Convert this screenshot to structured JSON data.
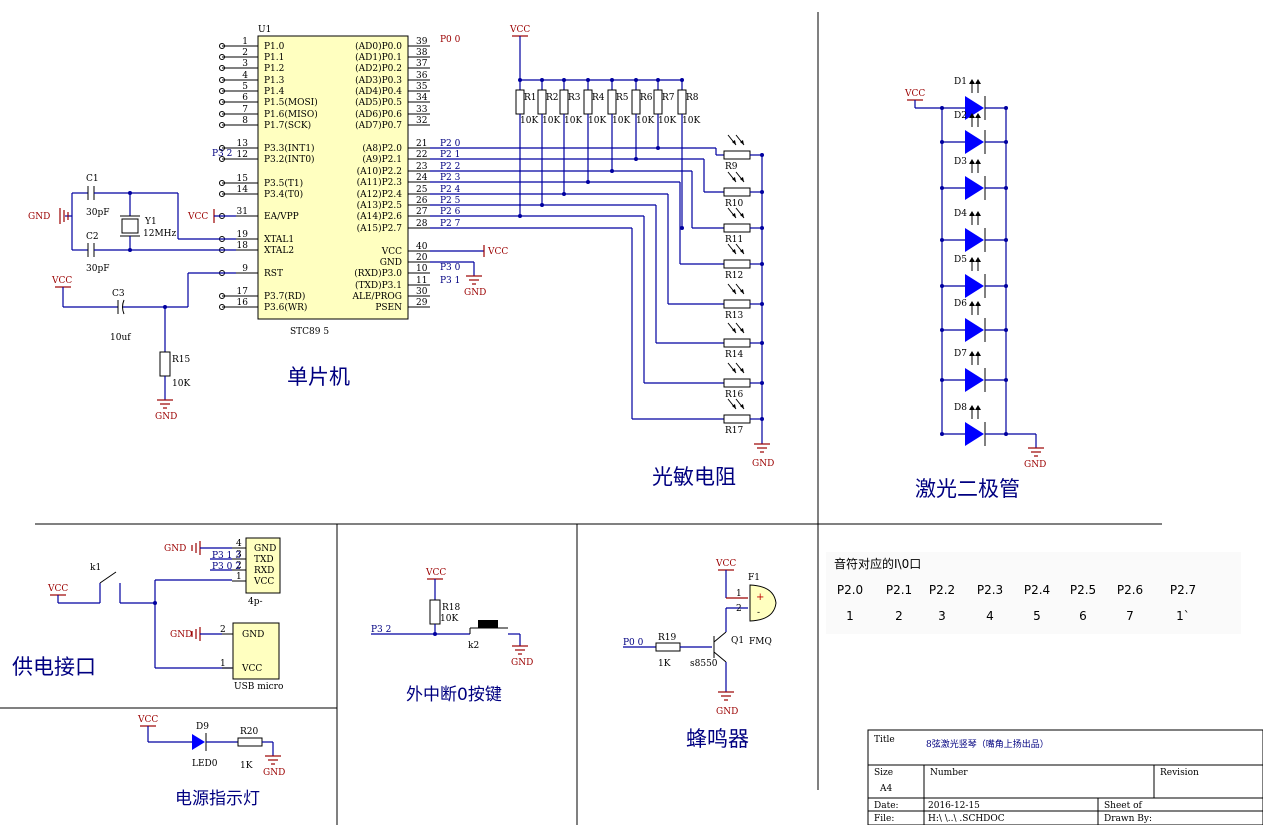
{
  "mcu": {
    "ref": "U1",
    "part": "STC89   5",
    "crystal_ref": "Y1",
    "crystal_val": "12MHz",
    "c1_ref": "C1",
    "c1_val": "30pF",
    "c2_ref": "C2",
    "c2_val": "30pF",
    "c3_ref": "C3",
    "c3_val": "10uf",
    "r15_ref": "R15",
    "r15_val": "10K",
    "left_pins": [
      {
        "num": "1",
        "name": "P1.0"
      },
      {
        "num": "2",
        "name": "P1.1"
      },
      {
        "num": "3",
        "name": "P1.2"
      },
      {
        "num": "4",
        "name": "P1.3"
      },
      {
        "num": "5",
        "name": "P1.4"
      },
      {
        "num": "6",
        "name": "P1.5(MOSI)"
      },
      {
        "num": "7",
        "name": "P1.6(MISO)"
      },
      {
        "num": "8",
        "name": "P1.7(SCK)"
      },
      {
        "num": "13",
        "name": "P3.3(INT1)"
      },
      {
        "num": "12",
        "name": "P3.2(INT0)"
      },
      {
        "num": "15",
        "name": "P3.5(T1)"
      },
      {
        "num": "14",
        "name": "P3.4(T0)"
      },
      {
        "num": "31",
        "name": "EA/VPP"
      },
      {
        "num": "19",
        "name": "XTAL1"
      },
      {
        "num": "18",
        "name": "XTAL2"
      },
      {
        "num": "9",
        "name": "RST"
      },
      {
        "num": "17",
        "name": "P3.7(RD)"
      },
      {
        "num": "16",
        "name": "P3.6(WR)"
      }
    ],
    "right_pins": [
      {
        "num": "39",
        "name": "(AD0)P0.0"
      },
      {
        "num": "38",
        "name": "(AD1)P0.1"
      },
      {
        "num": "37",
        "name": "(AD2)P0.2"
      },
      {
        "num": "36",
        "name": "(AD3)P0.3"
      },
      {
        "num": "35",
        "name": "(AD4)P0.4"
      },
      {
        "num": "34",
        "name": "(AD5)P0.5"
      },
      {
        "num": "33",
        "name": "(AD6)P0.6"
      },
      {
        "num": "32",
        "name": "(AD7)P0.7"
      },
      {
        "num": "21",
        "name": "(A8)P2.0"
      },
      {
        "num": "22",
        "name": "(A9)P2.1"
      },
      {
        "num": "23",
        "name": "(A10)P2.2"
      },
      {
        "num": "24",
        "name": "(A11)P2.3"
      },
      {
        "num": "25",
        "name": "(A12)P2.4"
      },
      {
        "num": "26",
        "name": "(A13)P2.5"
      },
      {
        "num": "27",
        "name": "(A14)P2.6"
      },
      {
        "num": "28",
        "name": "(A15)P2.7"
      },
      {
        "num": "40",
        "name": "VCC"
      },
      {
        "num": "20",
        "name": "GND"
      },
      {
        "num": "10",
        "name": "(RXD)P3.0"
      },
      {
        "num": "11",
        "name": "(TXD)P3.1"
      },
      {
        "num": "30",
        "name": "ALE/PROG"
      },
      {
        "num": "29",
        "name": "PSEN"
      }
    ],
    "net_p00": "P0 0",
    "net_p32": "P3 2",
    "net_p30": "P3 0",
    "net_p31": "P3 1",
    "p2_nets": [
      "P2 0",
      "P2 1",
      "P2 2",
      "P2 3",
      "P2 4",
      "P2 5",
      "P2 6",
      "P2 7"
    ]
  },
  "pullups": {
    "refs": [
      "R1",
      "R2",
      "R3",
      "R4",
      "R5",
      "R6",
      "R7",
      "R8"
    ],
    "vals": [
      "10K",
      "10K",
      "10K",
      "10K",
      "10K",
      "10K",
      "10K",
      "10K"
    ]
  },
  "ldr": {
    "refs": [
      "R9",
      "R10",
      "R11",
      "R12",
      "R13",
      "R14",
      "R16",
      "R17"
    ]
  },
  "lasers": {
    "refs": [
      "D1",
      "D2",
      "D3",
      "D4",
      "D5",
      "D6",
      "D7",
      "D8"
    ]
  },
  "power": {
    "vcc": "VCC",
    "gnd": "GND",
    "switch_ref": "k1",
    "header_pins": [
      {
        "num": "4",
        "name": "GND"
      },
      {
        "num": "3",
        "name": "TXD"
      },
      {
        "num": "2",
        "name": "RXD"
      },
      {
        "num": "1",
        "name": "VCC"
      }
    ],
    "header_net_txd": "P3 1 3",
    "header_net_rxd": "P3 0 2",
    "header_ref": "4p-",
    "usb_pins": [
      {
        "num": "2",
        "name": "GND"
      },
      {
        "num": "1",
        "name": "VCC"
      }
    ],
    "usb_ref": "USB micro",
    "led_ref": "D9",
    "led_val": "LED0",
    "r20_ref": "R20",
    "r20_val": "1K"
  },
  "button": {
    "r18_ref": "R18",
    "r18_val": "10K",
    "net": "P3 2",
    "key_ref": "k2"
  },
  "buzzer": {
    "net": "P0 0",
    "r19_ref": "R19",
    "r19_val": "1K",
    "q_ref": "Q1",
    "q_val": "s8550",
    "f_ref": "F1",
    "f_val": "FMQ",
    "pin1": "1",
    "pin2": "2",
    "plus": "+",
    "minus": "-"
  },
  "section_titles": {
    "mcu": "单片机",
    "ldr": "光敏电阻",
    "laser": "激光二极管",
    "power": "供电接口",
    "button": "外中断0按键",
    "buzzer": "蜂鸣器",
    "led": "电源指示灯"
  },
  "note_table": {
    "title": "音符对应的I\\0口",
    "ports": [
      "P2.0",
      "P2.1",
      "P2.2",
      "P2.3",
      "P2.4",
      "P2.5",
      "P2.6",
      "P2.7"
    ],
    "notes": [
      "1",
      "2",
      "3",
      "4",
      "5",
      "6",
      "7",
      "1`"
    ]
  },
  "title_block": {
    "title_label": "Title",
    "title_value": "8弦激光竖琴（嘴角上扬出品）",
    "size_label": "Size",
    "size_value": "A4",
    "number_label": "Number",
    "revision_label": "Revision",
    "date_label": "Date:",
    "date_value": "2016-12-15",
    "sheet_label": "Sheet   of",
    "file_label": "File:",
    "file_value": "H:\\          \\..\\              .SCHDOC",
    "drawn_label": "Drawn By:"
  }
}
